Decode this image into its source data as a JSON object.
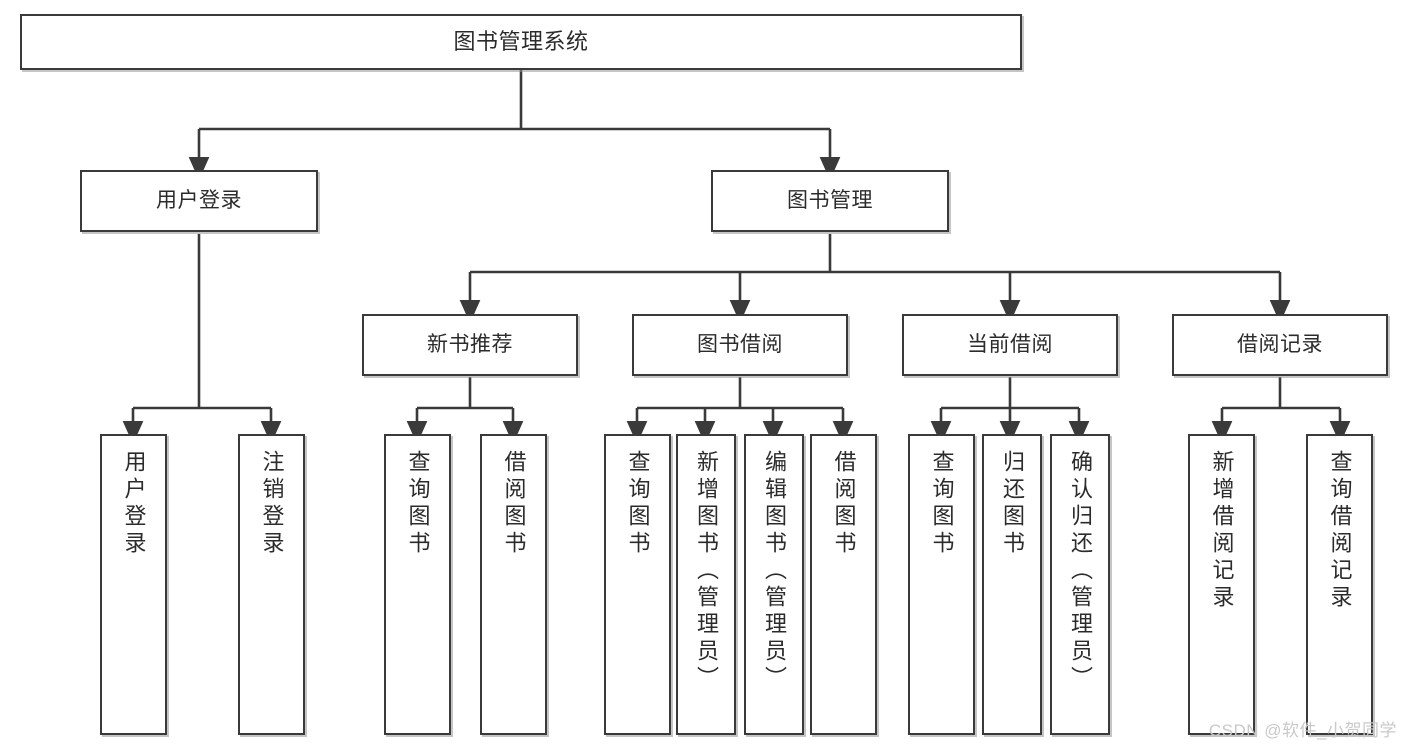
{
  "diagram": {
    "title": "图书管理系统",
    "watermark": "CSDN @软件_小贺同学",
    "line_color": "#3a3a3a",
    "box_fill": "#ffffff",
    "text_color": "#2b2b2b",
    "watermark_color": "#c9c9c9"
  },
  "nodes": {
    "root": {
      "label": "图书管理系统"
    },
    "level2": [
      {
        "label": "用户登录"
      },
      {
        "label": "图书管理"
      }
    ],
    "level3": [
      {
        "label": "新书推荐"
      },
      {
        "label": "图书借阅"
      },
      {
        "label": "当前借阅"
      },
      {
        "label": "借阅记录"
      }
    ],
    "leaves": {
      "user_login": [
        {
          "label": "用户登录"
        },
        {
          "label": "注销登录"
        }
      ],
      "new_book_recommend": [
        {
          "label": "查询图书"
        },
        {
          "label": "借阅图书"
        }
      ],
      "book_borrow": [
        {
          "label": "查询图书"
        },
        {
          "label": "新增图书（管理员）"
        },
        {
          "label": "编辑图书（管理员）"
        },
        {
          "label": "借阅图书"
        }
      ],
      "current_borrow": [
        {
          "label": "查询图书"
        },
        {
          "label": "归还图书"
        },
        {
          "label": "确认归还（管理员）"
        }
      ],
      "borrow_record": [
        {
          "label": "新增借阅记录"
        },
        {
          "label": "查询借阅记录"
        }
      ]
    }
  }
}
